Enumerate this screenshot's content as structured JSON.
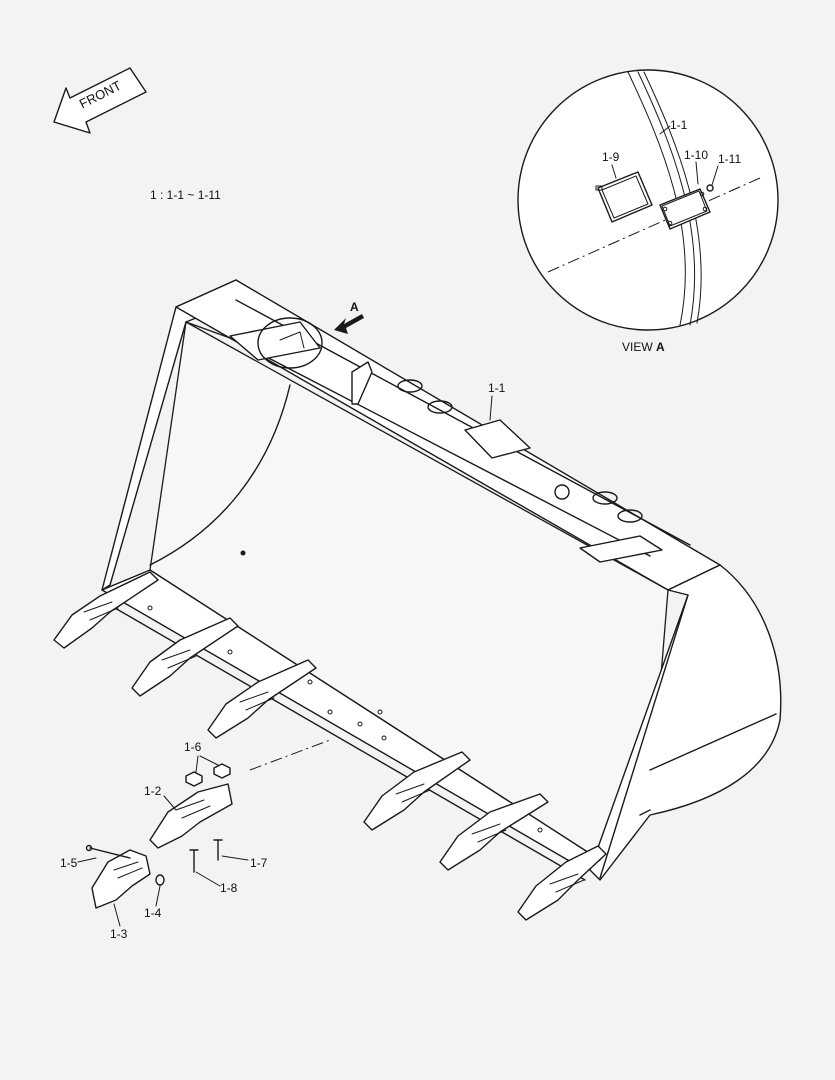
{
  "front_arrow": {
    "label": "FRONT"
  },
  "legend": {
    "text": "1  :  1-1 ~ 1-11"
  },
  "view_marker": {
    "letter": "A"
  },
  "view_caption": {
    "prefix": "VIEW ",
    "letter": "A"
  },
  "detail_labels": {
    "p1_1": "1-1",
    "p1_9": "1-9",
    "p1_10": "1-10",
    "p1_11": "1-11"
  },
  "bucket_labels": {
    "p1_1": "1-1"
  },
  "tooth_labels": {
    "p1_2": "1-2",
    "p1_3": "1-3",
    "p1_4": "1-4",
    "p1_5": "1-5",
    "p1_6": "1-6",
    "p1_7": "1-7",
    "p1_8": "1-8"
  },
  "colors": {
    "background": "#f3f3f3",
    "line": "#1a1a1a"
  }
}
